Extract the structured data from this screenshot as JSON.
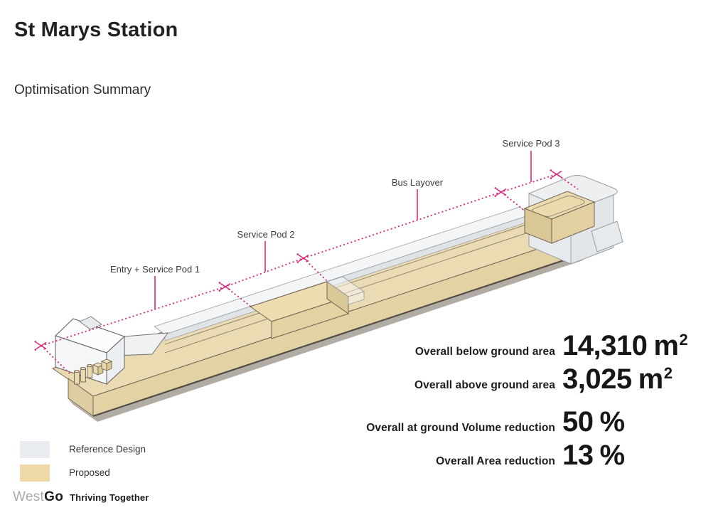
{
  "header": {
    "title": "St Marys Station",
    "subtitle": "Optimisation Summary"
  },
  "diagram": {
    "annotation_color": "#d42e7b",
    "labels": [
      {
        "text": "Entry + Service Pod 1"
      },
      {
        "text": "Service Pod 2"
      },
      {
        "text": "Bus Layover"
      },
      {
        "text": "Service Pod 3"
      }
    ]
  },
  "stats": [
    {
      "label": "Overall below ground  area",
      "value": "14,310",
      "unit": "m",
      "unit_sup": "2"
    },
    {
      "label": "Overall above ground  area",
      "value": "3,025",
      "unit": "m",
      "unit_sup": "2"
    },
    {
      "label": "Overall at ground Volume reduction",
      "value": "50",
      "unit": "%",
      "unit_sup": ""
    },
    {
      "label": "Overall Area reduction",
      "value": "13",
      "unit": "%",
      "unit_sup": ""
    }
  ],
  "legend": [
    {
      "label": "Reference Design",
      "color": "#e9edf2"
    },
    {
      "label": "Proposed",
      "color": "#f0d9a8"
    }
  ],
  "footer": {
    "brand_light": "West",
    "brand_bold": "Go",
    "tagline": "Thriving Together"
  }
}
